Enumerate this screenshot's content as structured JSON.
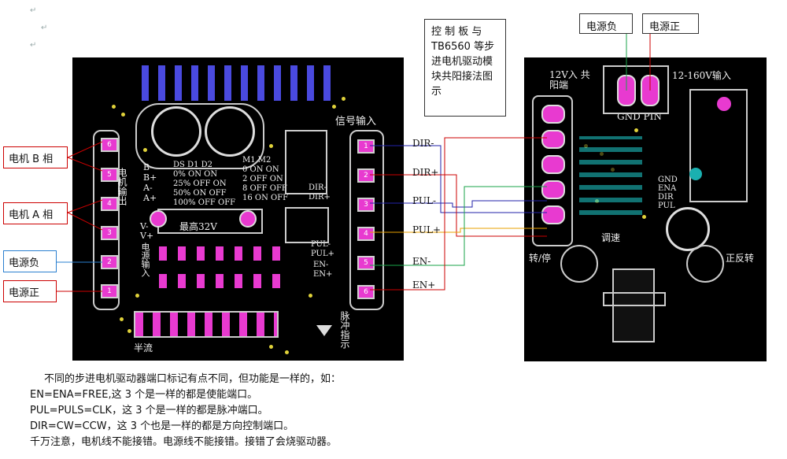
{
  "paragraph_marks": [
    "↵",
    "↵",
    "↵"
  ],
  "left_labels": [
    {
      "id": "motor-b",
      "text": "电机 B 相"
    },
    {
      "id": "motor-a",
      "text": "电机 A 相"
    },
    {
      "id": "power-neg",
      "text": "电源负"
    },
    {
      "id": "power-pos",
      "text": "电源正"
    }
  ],
  "top_labels": {
    "power_neg": "电源负",
    "power_pos": "电源正"
  },
  "note_text": "控 制 板 与 TB6560 等步进电机驱动模块共阳接法图示",
  "signals": [
    "DIR-",
    "DIR+",
    "PUL-",
    "PUL+",
    "EN-",
    "EN+"
  ],
  "left_board": {
    "signal_input": "信号输入",
    "motor_output": "电机输出",
    "power_input": "电源输入",
    "pulse_indicator": "脉冲指示",
    "half_current": "半流",
    "motor_phases": [
      "B-",
      "B+",
      "A-",
      "A+"
    ],
    "ds_table": [
      "DS  D1 D2",
      "0%  ON ON",
      "25% OFF ON",
      "50% ON OFF",
      "100% OFF OFF"
    ],
    "m_table": [
      "M1 M2",
      "0  ON ON",
      "2  OFF ON",
      "8  OFF OFF",
      "16 ON OFF"
    ],
    "max_voltage": "最高32V",
    "v_labels": [
      "V-",
      "V+"
    ],
    "pad_numbers": [
      "6",
      "5",
      "4",
      "3",
      "2",
      "1",
      "1",
      "2",
      "3",
      "4",
      "5",
      "6"
    ],
    "right_signals": [
      "DIR-",
      "DIR+",
      "PUL-",
      "PUL+",
      "EN-",
      "EN+"
    ]
  },
  "right_board": {
    "common_anode": "12V入 共阳端",
    "voltage_input": "12-160V输入",
    "gnd_pin": "GND PIN",
    "signal_labels": [
      "GND",
      "ENA",
      "DIR",
      "PUL"
    ],
    "speed": "调速",
    "start_stop": "转/停",
    "forward_reverse": "正反转"
  },
  "notes": [
    "不同的步进电机驱动器端口标记有点不同，但功能是一样的，如：",
    "EN=ENA=FREE,这 3 个是一样的都是使能端口。",
    "PUL=PULS=CLK，这 3 个是一样的都是脉冲端口。",
    "DIR=CW=CCW，这 3 个也是一样的都是方向控制端口。",
    "千万注意，电机线不能接错。电源线不能接错。接错了会烧驱动器。"
  ],
  "colors": {
    "board": "#000000",
    "pad": "#e83ad0",
    "wire_red": "#cc0000",
    "wire_blue": "#2222aa",
    "wire_green": "#1aa34a",
    "wire_orange": "#e8a000"
  }
}
